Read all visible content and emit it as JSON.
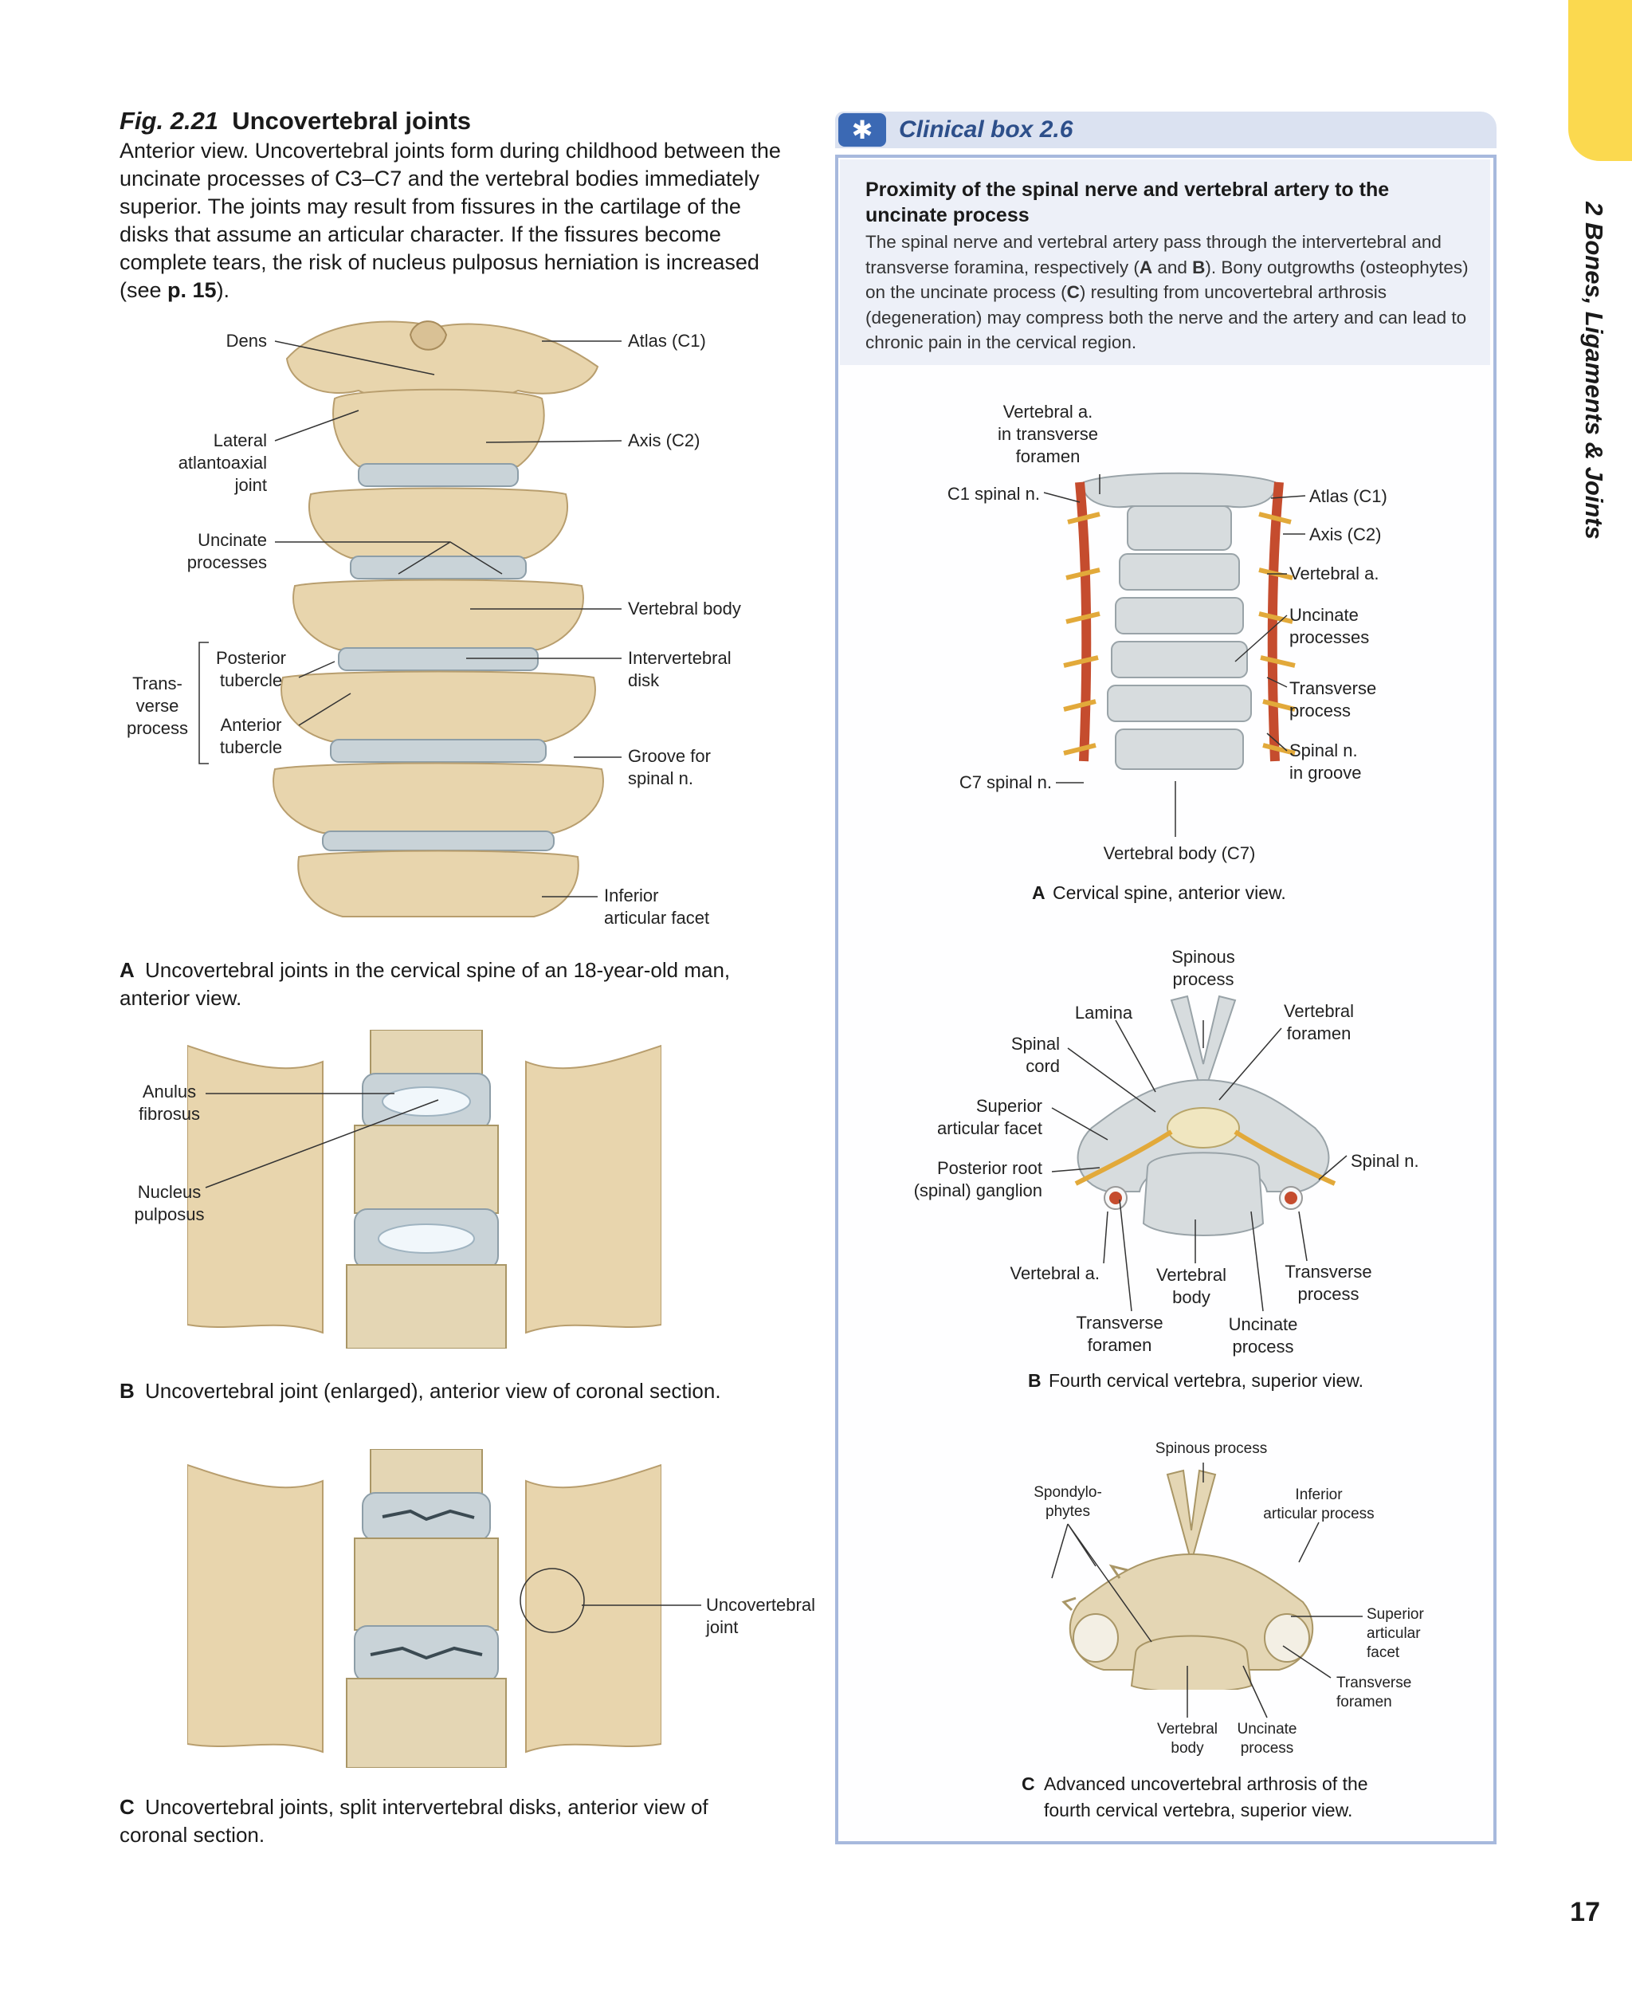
{
  "figure": {
    "number": "Fig. 2.21",
    "title": "Uncovertebral joints",
    "intro_a": "Anterior view. Uncovertebral joints form during childhood between the uncinate processes of C3–C7 and the vertebral bodies immediately superior. The joints may result from fissures in the cartilage of the disks that assume an articular character. If the fissures become complete tears, the risk of nucleus pulposus herniation is increased (see ",
    "intro_link": "p. 15",
    "intro_b": ").",
    "panel_a": {
      "letter": "A",
      "caption": "Uncovertebral joints in the cervical spine of an 18-year-old man, anterior view.",
      "labels": {
        "dens": "Dens",
        "atlas": "Atlas (C1)",
        "lateral_joint": "Lateral\natlantoaxial\njoint",
        "axis": "Axis (C2)",
        "uncinate": "Uncinate\nprocesses",
        "vertebral_body": "Vertebral body",
        "posterior_tubercle": "Posterior\ntubercle",
        "intervertebral_disk": "Intervertebral\ndisk",
        "transverse_process": "Trans-\nverse\nprocess",
        "anterior_tubercle": "Anterior\ntubercle",
        "groove": "Groove for\nspinal n.",
        "inferior_facet": "Inferior\narticular facet"
      }
    },
    "panel_b": {
      "letter": "B",
      "caption": "Uncovertebral joint (enlarged), anterior view of coronal section.",
      "labels": {
        "anulus": "Anulus\nfibrosus",
        "nucleus": "Nucleus\npulposus"
      }
    },
    "panel_c": {
      "letter": "C",
      "caption": "Uncovertebral joints, split intervertebral disks, anterior view of coronal section.",
      "labels": {
        "uncovertebral_joint": "Uncovertebral\njoint"
      }
    }
  },
  "clinical_box": {
    "title": "Clinical box 2.6",
    "heading": "Proximity of the spinal nerve and vertebral artery to the uncinate process",
    "text_1": "The spinal nerve and vertebral artery pass through the intervertebral and transverse foramina, respectively (",
    "text_a": "A",
    "text_2": " and ",
    "text_b": "B",
    "text_3": "). Bony outgrowths (osteophytes) on the uncinate process (",
    "text_c": "C",
    "text_4": ") resulting from uncovertebral arthrosis (degeneration) may compress both the nerve and the artery and can lead to chronic pain in the cervical region.",
    "panel_a": {
      "letter": "A",
      "caption": "Cervical spine, anterior view.",
      "labels": {
        "vert_a_foramen": "Vertebral a.\nin transverse\nforamen",
        "c1_nerve": "C1 spinal n.",
        "atlas": "Atlas (C1)",
        "axis": "Axis (C2)",
        "vertebral_a": "Vertebral a.",
        "uncinate": "Uncinate\nprocesses",
        "transverse": "Transverse\nprocess",
        "spinal_groove": "Spinal n.\nin groove",
        "c7_nerve": "C7 spinal n.",
        "body_c7": "Vertebral body (C7)"
      }
    },
    "panel_b": {
      "letter": "B",
      "caption": "Fourth cervical vertebra, superior view.",
      "labels": {
        "spinous": "Spinous\nprocess",
        "lamina": "Lamina",
        "vertebral_foramen": "Vertebral\nforamen",
        "spinal_cord": "Spinal\ncord",
        "superior_facet": "Superior\narticular facet",
        "spinal_n": "Spinal n.",
        "root_ganglion": "Posterior root\n(spinal) ganglion",
        "vertebral_a": "Vertebral a.",
        "vertebral_body": "Vertebral\nbody",
        "transverse_process": "Transverse\nprocess",
        "transverse_foramen": "Transverse\nforamen",
        "uncinate": "Uncinate\nprocess"
      }
    },
    "panel_c": {
      "letter": "C",
      "caption": "Advanced uncovertebral arthrosis of the fourth cervical vertebra, superior view.",
      "labels": {
        "spinous": "Spinous process",
        "spondylophytes": "Spondylo-\nphytes",
        "inferior_process": "Inferior\narticular process",
        "superior_facet": "Superior\narticular\nfacet",
        "transverse_foramen": "Transverse\nforamen",
        "vertebral_body": "Vertebral\nbody",
        "uncinate": "Uncinate\nprocess"
      }
    }
  },
  "side_tab": {
    "label": "2 Bones, Ligaments & Joints",
    "color": "#fbd94f"
  },
  "page_number": "17"
}
